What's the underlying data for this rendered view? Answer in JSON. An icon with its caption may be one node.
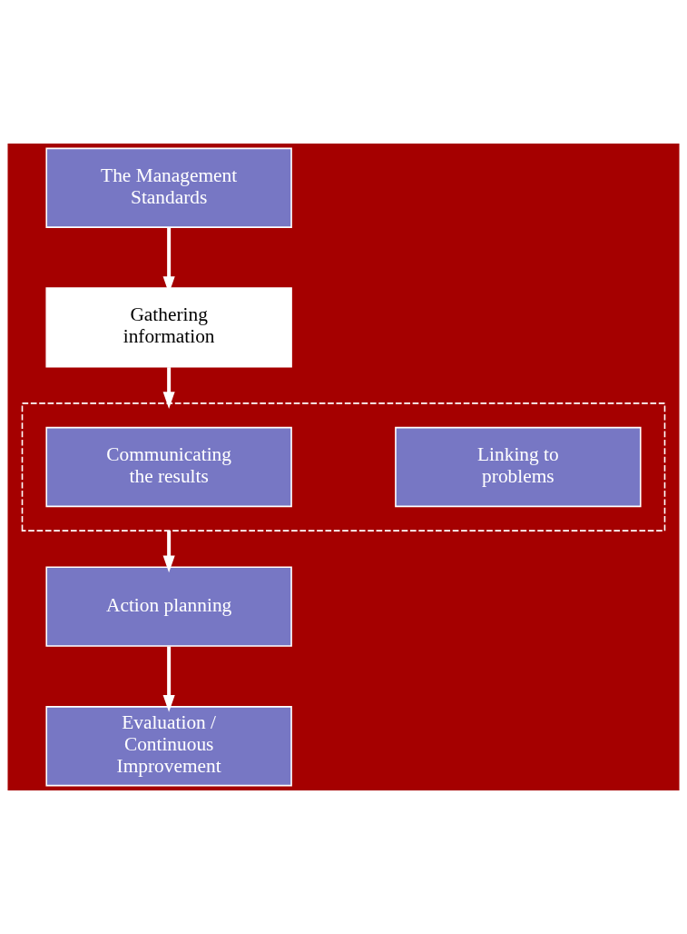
{
  "diagram": {
    "nodes": [
      {
        "text": [
          "The Management Standards"
        ]
      },
      {
        "text": [
          "Gathering information"
        ]
      },
      {
        "text": [],
        "shape": "box"
      },
      {
        "text": [
          "Linking to problems"
        ],
        "in": 2
      },
      {
        "text": [
          "Communicating the results"
        ],
        "in": 2
      },
      {
        "text": [
          "Action planning"
        ]
      },
      {
        "text": [
          "Evaluation / Continuous Improvement"
        ]
      }
    ],
    "edges": [
      {
        "from": 0,
        "to": 1,
        "arrow": "to"
      },
      {
        "from": 1,
        "to": 2,
        "arrow": "to"
      },
      {
        "from": 2,
        "to": 5,
        "arrow": "to"
      },
      {
        "from": 5,
        "to": 6,
        "arrow": "to"
      }
    ]
  }
}
